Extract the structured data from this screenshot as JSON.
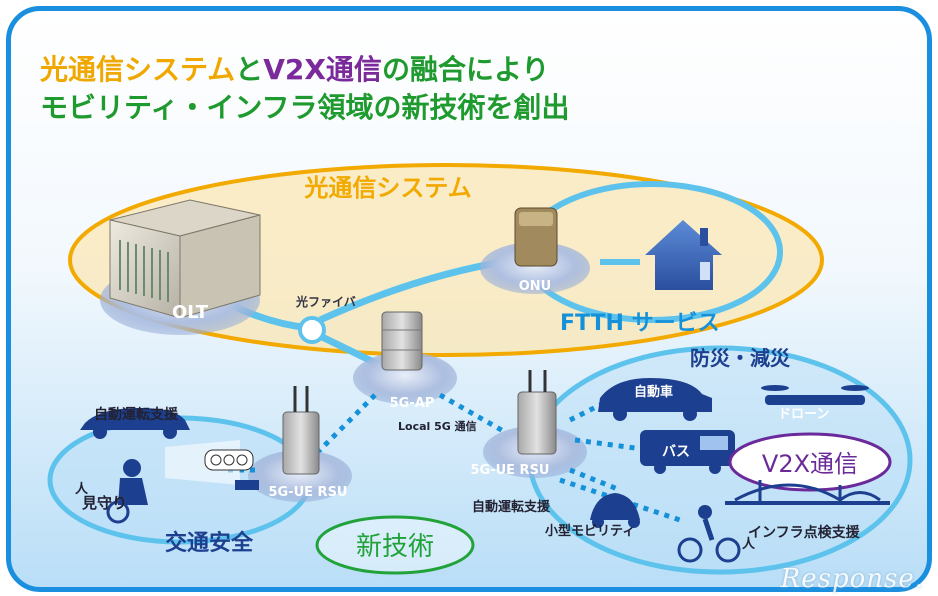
{
  "headline": {
    "line1_part1": "光通信システム",
    "line1_part2": "と",
    "line1_part3": "V2X通信",
    "line1_part4": "の融合により",
    "line2": "モビリティ・インフラ領域の新技術を創出",
    "color_optical": "#f0a800",
    "color_v2x": "#7a2a9a",
    "color_text": "#1e9a2e"
  },
  "optical_system": {
    "title": "光通信システム",
    "olt_label": "OLT",
    "onu_label": "ONU",
    "fiber_label": "光ファイバ",
    "ftth_label": "FTTH サービス",
    "color": "#f2a900"
  },
  "network": {
    "ap_label": "5G-AP",
    "local5g_label": "Local 5G 通信",
    "rsu_left_label": "5G-UE RSU",
    "rsu_right_label": "5G-UE RSU"
  },
  "left_group": {
    "auto_drive_label": "自動運転支援",
    "watch_label": "見守り",
    "person_label": "人",
    "traffic_safety_label": "交通安全"
  },
  "right_group": {
    "disaster_label": "防災・減災",
    "car_label": "自動車",
    "drone_label": "ドローン",
    "bus_label": "バス",
    "v2x_label": "V2X通信",
    "auto_drive_label": "自動運転支援",
    "small_mobility_label": "小型モビリティ",
    "person_label": "人",
    "infra_label": "インフラ点検支援"
  },
  "new_tech": {
    "label": "新技術",
    "color": "#22a23a"
  },
  "watermark": "Response."
}
